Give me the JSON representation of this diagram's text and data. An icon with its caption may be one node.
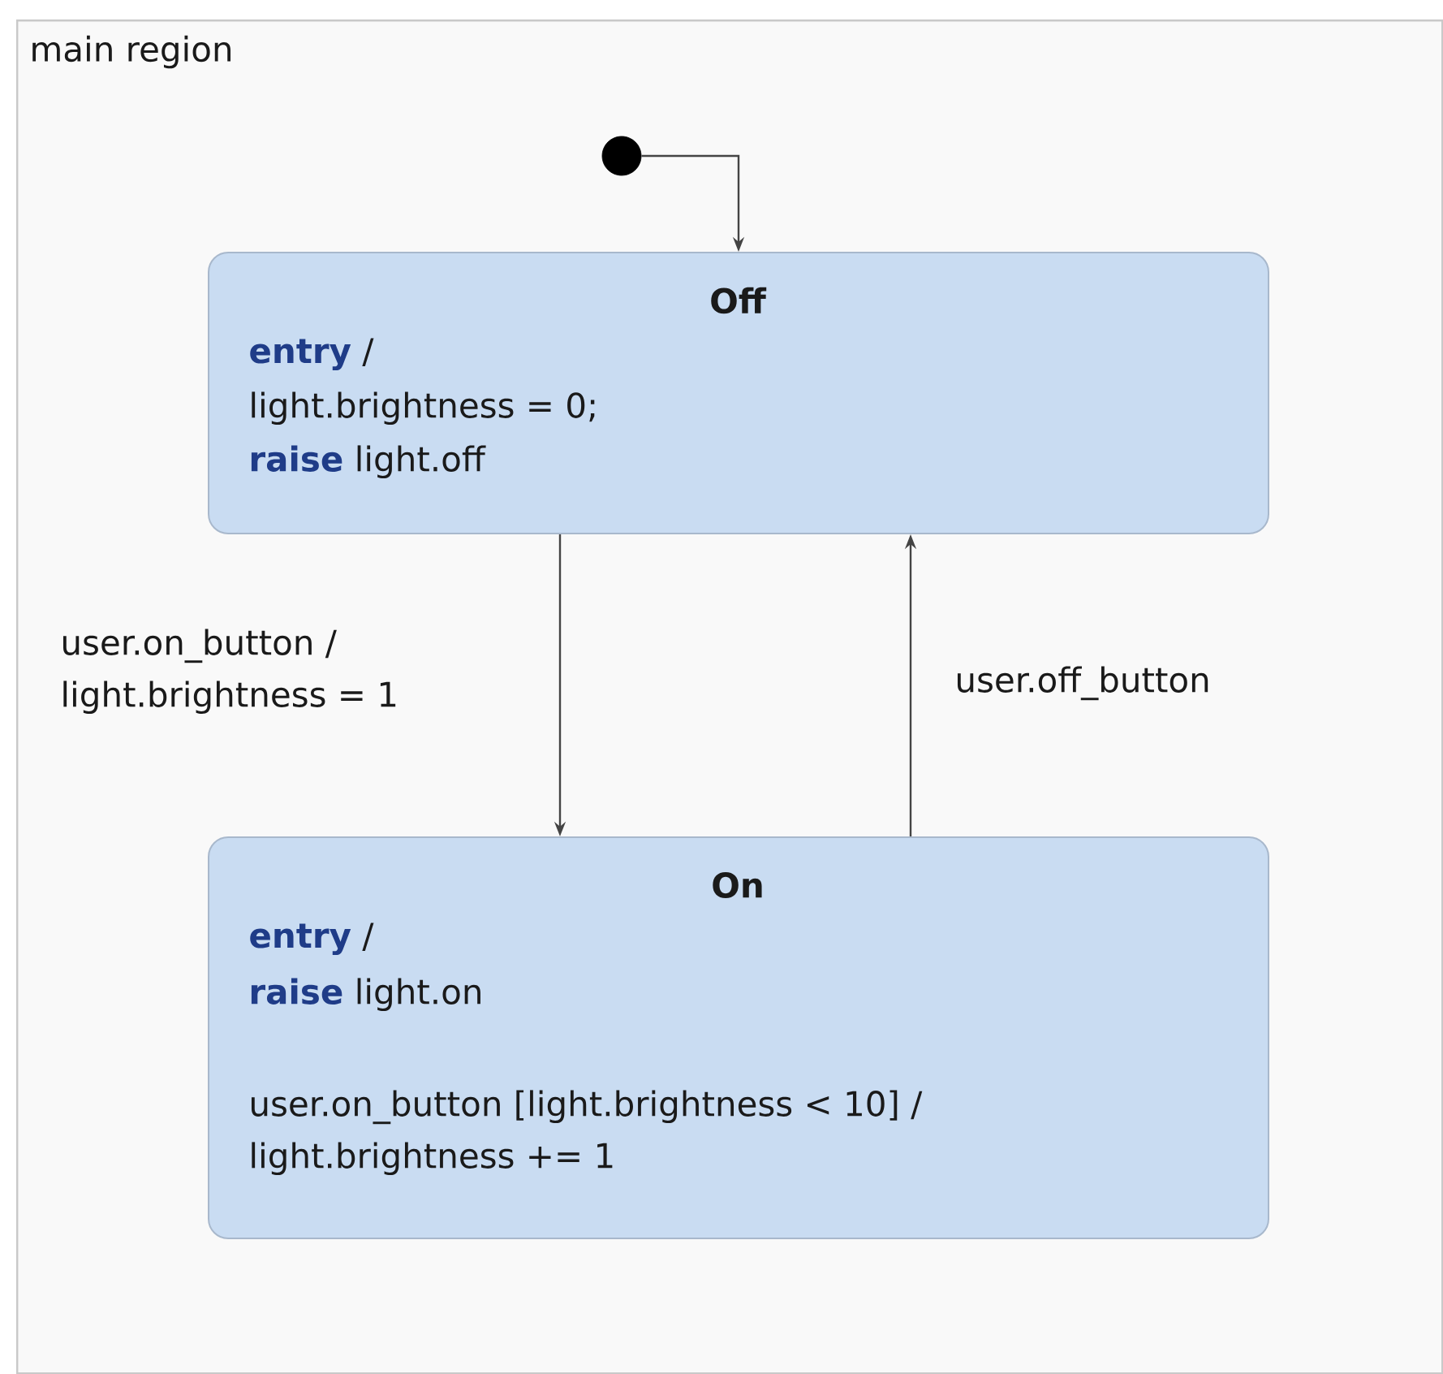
{
  "diagram": {
    "nodes": [
      {
        "text": [
          "main region"
        ]
      },
      {
        "text": [],
        "shape": "circle",
        "in": 0
      },
      {
        "text": [
          "Off",
          "**entry** /",
          "light.brightness = 0;",
          "**raise** light.off"
        ],
        "in": 0
      },
      {
        "text": [
          "On",
          "**entry** /",
          "**raise** light.on",
          "user.on_button [light.brightness < 10] / light.brightness += 1"
        ],
        "in": 0
      }
    ],
    "edges": [
      {
        "from": 1,
        "to": 2,
        "arrow": "to"
      },
      {
        "from": 2,
        "to": 3,
        "arrow": "to",
        "label": "user.on_button / light.brightness = 1"
      },
      {
        "from": 3,
        "to": 2,
        "arrow": "to",
        "label": "user.off_button"
      }
    ]
  }
}
